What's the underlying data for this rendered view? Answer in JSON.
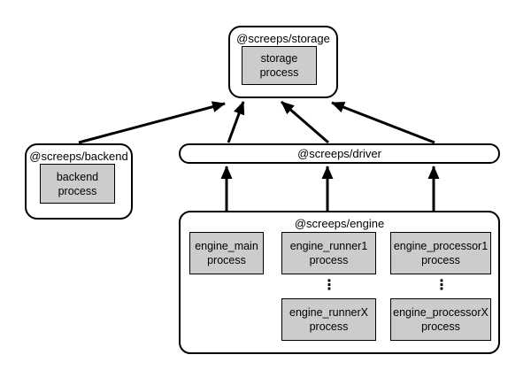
{
  "colors": {
    "background": "#ffffff",
    "node_fill": "#ffffff",
    "process_fill": "#cccccc",
    "border": "#000000",
    "arrow": "#000000"
  },
  "storage": {
    "label": "@screeps/storage",
    "process": {
      "line1": "storage",
      "line2": "process"
    }
  },
  "backend": {
    "label": "@screeps/backend",
    "process": {
      "line1": "backend",
      "line2": "process"
    }
  },
  "driver": {
    "label": "@screeps/driver"
  },
  "engine": {
    "label": "@screeps/engine",
    "ellipsis": "⋮",
    "processes": {
      "main": {
        "line1": "engine_main",
        "line2": "process"
      },
      "runner1": {
        "line1": "engine_runner1",
        "line2": "process"
      },
      "processor1": {
        "line1": "engine_processor1",
        "line2": "process"
      },
      "runnerX": {
        "line1": "engine_runnerX",
        "line2": "process"
      },
      "processorX": {
        "line1": "engine_processorX",
        "line2": "process"
      }
    }
  },
  "edges": [
    {
      "from": "backend",
      "to": "storage"
    },
    {
      "from": "driver-left",
      "to": "storage"
    },
    {
      "from": "driver-middle",
      "to": "storage"
    },
    {
      "from": "driver-right",
      "to": "storage"
    },
    {
      "from": "engine-main",
      "to": "driver"
    },
    {
      "from": "engine-runner",
      "to": "driver"
    },
    {
      "from": "engine-processor",
      "to": "driver"
    }
  ]
}
